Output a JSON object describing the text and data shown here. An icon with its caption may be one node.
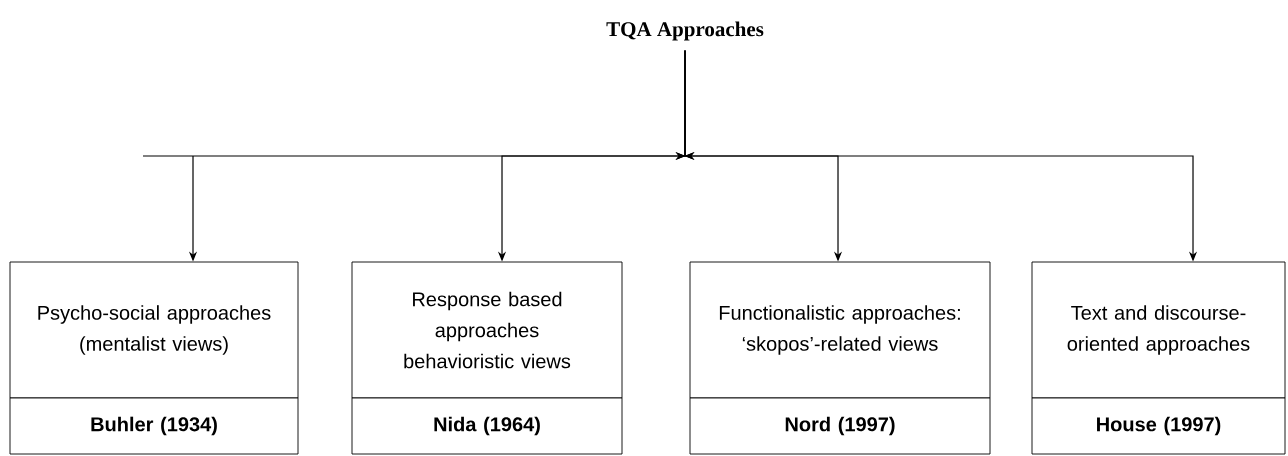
{
  "diagram": {
    "nodes": [
      {
        "text": [
          "TQA Approaches"
        ]
      },
      {
        "text": [
          "Psycho-social approaches (mentalist views)"
        ]
      },
      {
        "text": [
          "Buhler (1934)"
        ]
      },
      {
        "text": [
          "Response based approaches behavioristic views"
        ]
      },
      {
        "text": [
          "Nida (1964)"
        ]
      },
      {
        "text": [
          "Functionalistic approaches: ‘skopos’-related views"
        ]
      },
      {
        "text": [
          "Nord (1997)"
        ]
      },
      {
        "text": [
          "Text and discourse-oriented approaches"
        ]
      },
      {
        "text": [
          "House (1997)"
        ]
      }
    ],
    "edges": [
      {
        "from": 0,
        "to": 1,
        "arrow": "to"
      },
      {
        "from": 0,
        "to": 3,
        "arrow": "to"
      },
      {
        "from": 0,
        "to": 5,
        "arrow": "to"
      },
      {
        "from": 0,
        "to": 7,
        "arrow": "to"
      }
    ]
  }
}
